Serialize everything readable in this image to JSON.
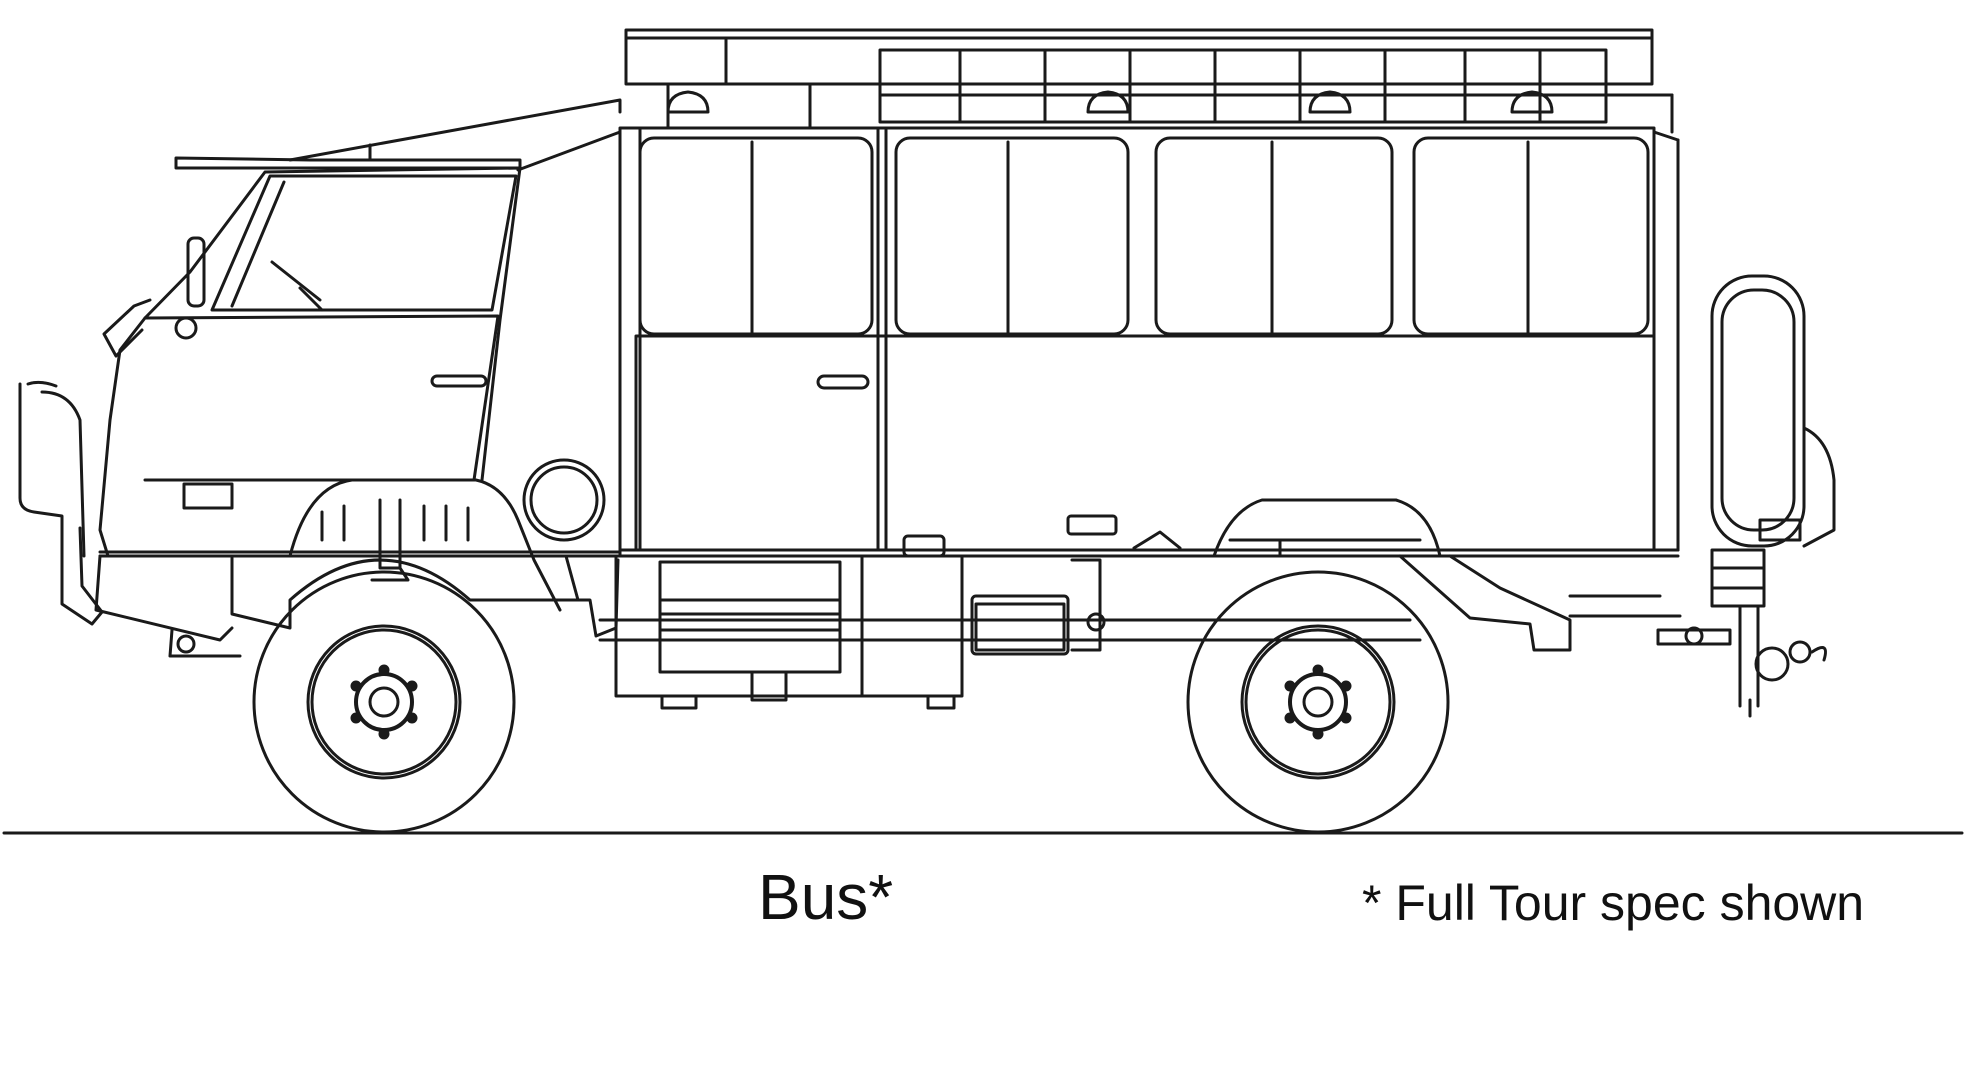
{
  "caption": {
    "title": "Bus*",
    "note": "* Full Tour spec shown"
  },
  "colors": {
    "line": "#1a1a1a",
    "background": "#ffffff"
  },
  "icons": [
    "bus-side-elevation-drawing",
    "wheel-icon",
    "spare-tyre-icon",
    "roof-rack-icon",
    "tow-hitch-icon"
  ]
}
